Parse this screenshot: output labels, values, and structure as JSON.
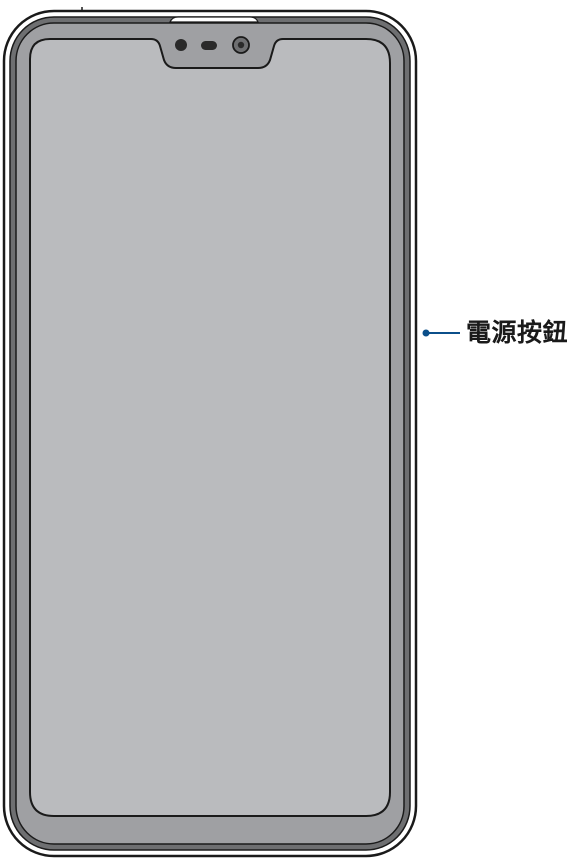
{
  "callout": {
    "label": "電源按鈕"
  },
  "colors": {
    "outline": "#1a1a1a",
    "frame": "#6e6f71",
    "bezel": "#9fa0a3",
    "screen": "#babbbe",
    "callout_line": "#0b4f8a"
  },
  "icons": {
    "front_sensor": "dot",
    "earpiece": "pill",
    "front_camera": "ring-lens"
  }
}
